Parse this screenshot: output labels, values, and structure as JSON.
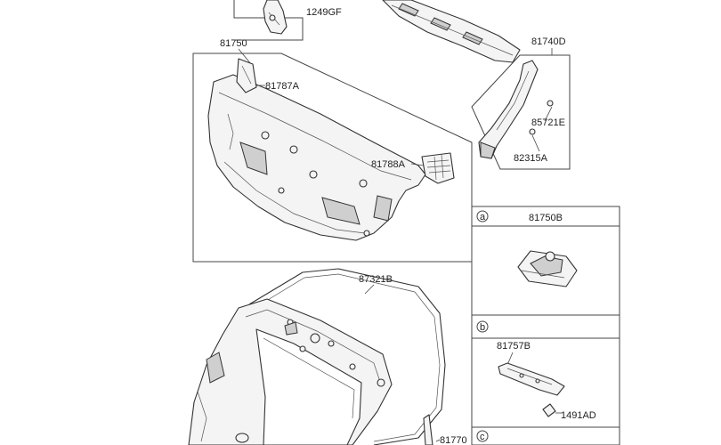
{
  "callouts": {
    "p1249GF": "1249GF",
    "p81750": "81750",
    "p81787A": "81787A",
    "p81788A": "81788A",
    "p81740D": "81740D",
    "p85721E": "85721E",
    "p82315A": "82315A",
    "p87321B": "87321B",
    "p81770": "81770",
    "p81750B": "81750B",
    "p81757B": "81757B",
    "p1491AD": "1491AD"
  },
  "detail_markers": {
    "a": "a",
    "b": "b",
    "c": "c"
  },
  "colors": {
    "line": "#333333",
    "part_fill": "#f4f4f4",
    "shade": "#cfcfcf"
  }
}
